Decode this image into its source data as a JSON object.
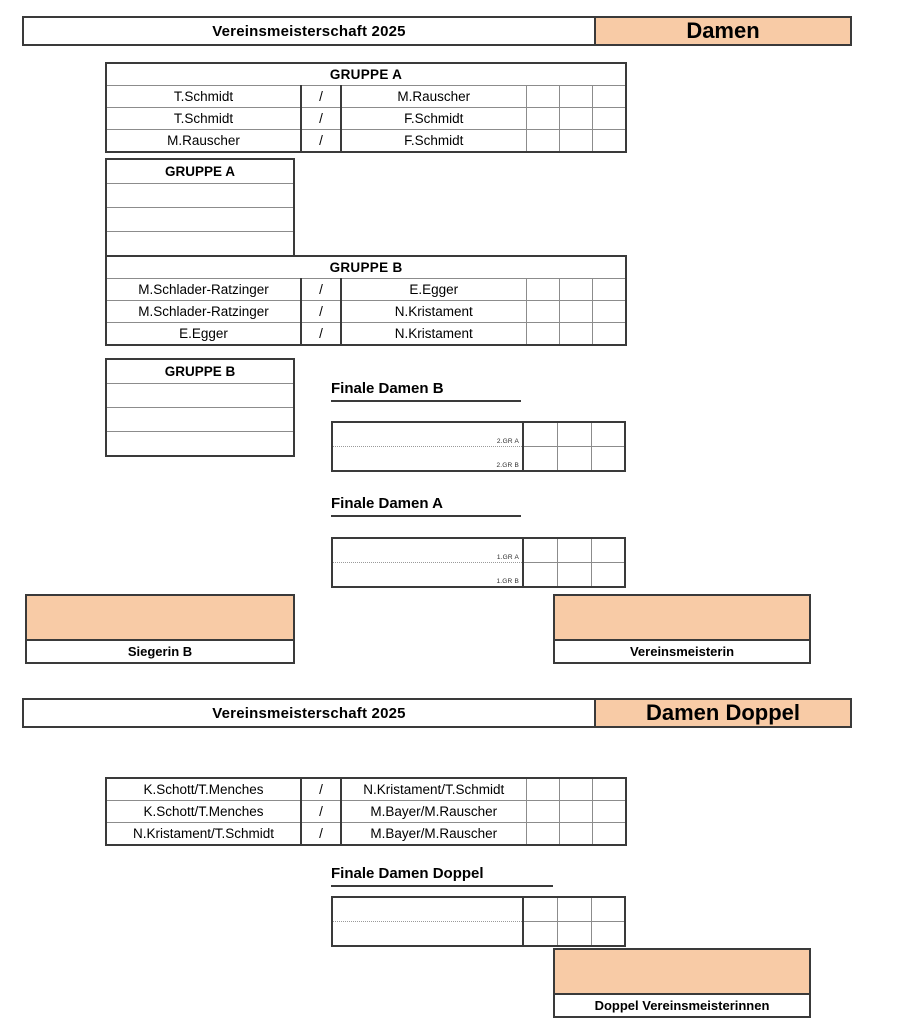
{
  "singles": {
    "banner": {
      "title": "Vereinsmeisterschaft 2025",
      "category": "Damen"
    },
    "group_a": {
      "header": "GRUPPE A",
      "separator": "/",
      "matches": [
        {
          "left": "T.Schmidt",
          "right": "M.Rauscher"
        },
        {
          "left": "T.Schmidt",
          "right": "F.Schmidt"
        },
        {
          "left": "M.Rauscher",
          "right": "F.Schmidt"
        }
      ]
    },
    "standings_a": {
      "header": "GRUPPE A",
      "rows": [
        "",
        "",
        ""
      ]
    },
    "group_b": {
      "header": "GRUPPE B",
      "separator": "/",
      "matches": [
        {
          "left": "M.Schlader-Ratzinger",
          "right": "E.Egger"
        },
        {
          "left": "M.Schlader-Ratzinger",
          "right": "N.Kristament"
        },
        {
          "left": "E.Egger",
          "right": "N.Kristament"
        }
      ]
    },
    "standings_b": {
      "header": "GRUPPE B",
      "rows": [
        "",
        "",
        ""
      ]
    },
    "finale_b": {
      "heading": "Finale Damen B",
      "slots": [
        {
          "name": "",
          "seed": "2.GR A"
        },
        {
          "name": "",
          "seed": "2.GR B"
        }
      ]
    },
    "finale_a": {
      "heading": "Finale Damen A",
      "slots": [
        {
          "name": "",
          "seed": "1.GR A"
        },
        {
          "name": "",
          "seed": "1.GR B"
        }
      ]
    },
    "winner_b": {
      "value": "",
      "caption": "Siegerin B"
    },
    "winner_main": {
      "value": "",
      "caption": "Vereinsmeisterin"
    }
  },
  "doubles": {
    "banner": {
      "title": "Vereinsmeisterschaft 2025",
      "category": "Damen Doppel"
    },
    "group": {
      "separator": "/",
      "matches": [
        {
          "left": "K.Schott/T.Menches",
          "right": "N.Kristament/T.Schmidt"
        },
        {
          "left": "K.Schott/T.Menches",
          "right": "M.Bayer/M.Rauscher"
        },
        {
          "left": "N.Kristament/T.Schmidt",
          "right": "M.Bayer/M.Rauscher"
        }
      ]
    },
    "finale": {
      "heading": "Finale Damen Doppel",
      "slots": [
        {
          "name": "",
          "seed": ""
        },
        {
          "name": "",
          "seed": ""
        }
      ]
    },
    "winner": {
      "value": "",
      "caption": "Doppel Vereinsmeisterinnen"
    }
  },
  "colors": {
    "accent": "#F8CBA6",
    "border": "#3a3a3a",
    "gridline": "#8c8c8c"
  }
}
